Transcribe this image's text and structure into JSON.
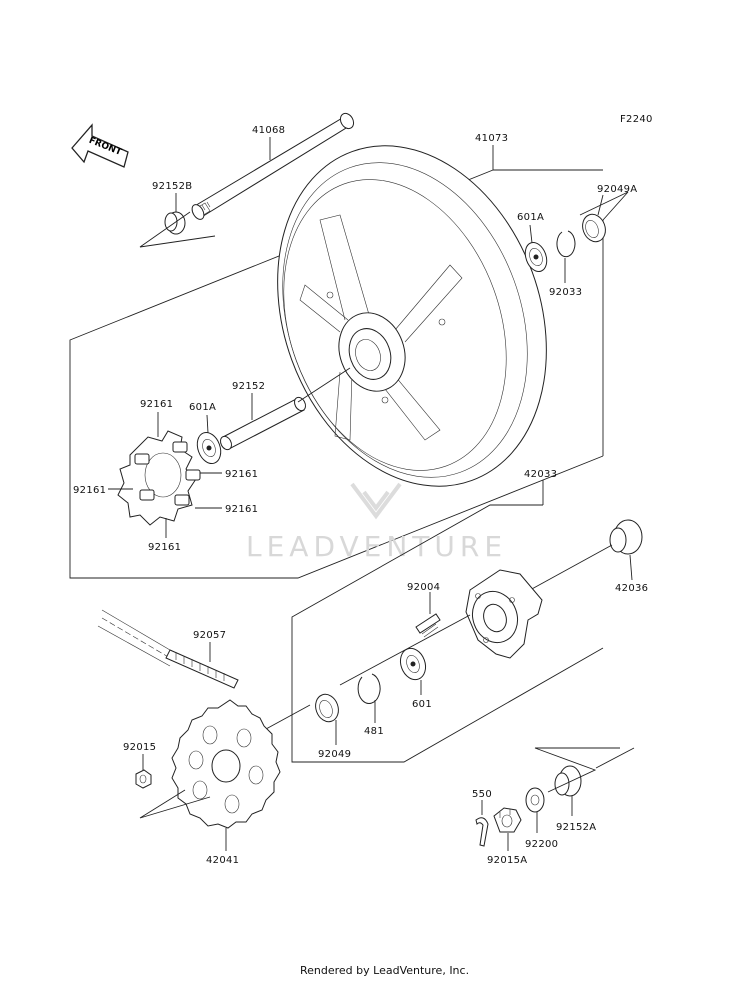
{
  "figure_code": "F2240",
  "front_label": "FRONT",
  "watermark": "LEADVENTURE",
  "footer": "Rendered by LeadVenture, Inc.",
  "labels": {
    "p41068": "41068",
    "p41073": "41073",
    "p92152B": "92152B",
    "p92049A": "92049A",
    "p601A_top": "601A",
    "p92033": "92033",
    "p92152": "92152",
    "p601A_left": "601A",
    "p92161_a": "92161",
    "p92161_b": "92161",
    "p92161_c": "92161",
    "p92161_d": "92161",
    "p92161_e": "92161",
    "p42033": "42033",
    "p42036": "42036",
    "p92004": "92004",
    "p92057": "92057",
    "p601": "601",
    "p481": "481",
    "p92049": "92049",
    "p92015": "92015",
    "p42041": "42041",
    "p550": "550",
    "p92200": "92200",
    "p92152A": "92152A",
    "p92015A": "92015A"
  }
}
